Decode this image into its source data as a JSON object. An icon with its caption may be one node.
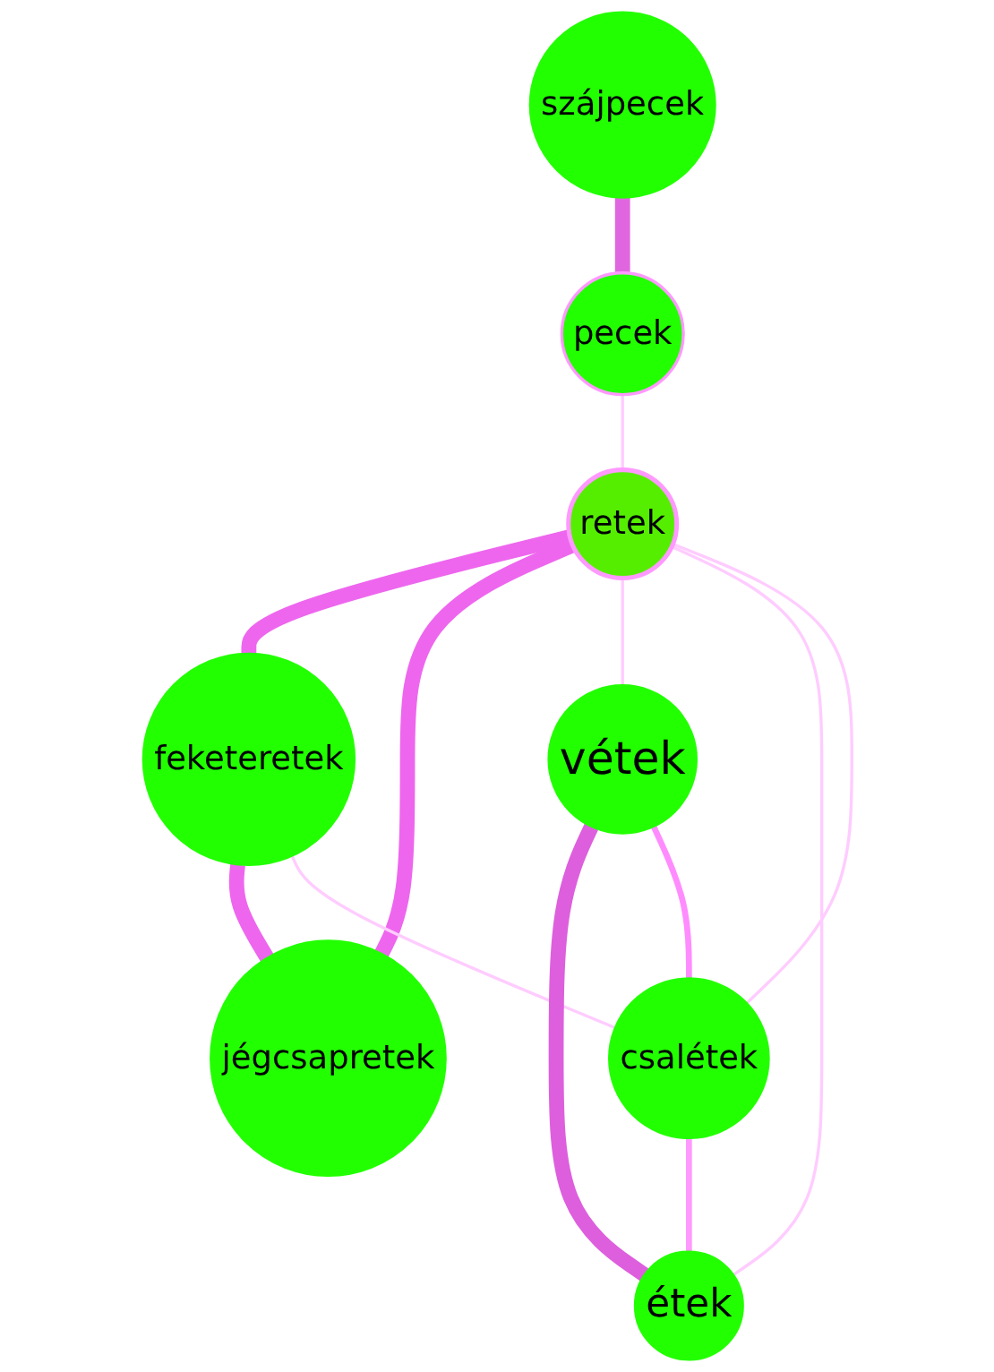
{
  "diagram": {
    "nodes": [
      {
        "text": [
          "szájpecek"
        ]
      },
      {
        "text": [
          "pecek"
        ]
      },
      {
        "text": [
          "retek"
        ]
      },
      {
        "text": [
          "feketeretek"
        ]
      },
      {
        "text": [
          "jégcsapretek"
        ]
      },
      {
        "text": [
          "vétek"
        ]
      },
      {
        "text": [
          "csalétek"
        ]
      },
      {
        "text": [
          "étek"
        ]
      }
    ],
    "edges": [
      {
        "from": 0,
        "to": 1,
        "arrow": "none",
        "style": "thick",
        "color": "#e066e0"
      },
      {
        "from": 1,
        "to": 2,
        "arrow": "none"
      },
      {
        "from": 2,
        "to": 3,
        "arrow": "none",
        "style": "thick",
        "color": "#ee66ee"
      },
      {
        "from": 2,
        "to": 4,
        "arrow": "none",
        "style": "thick",
        "color": "#ee66ee"
      },
      {
        "from": 3,
        "to": 4,
        "arrow": "none",
        "style": "thick",
        "color": "#ee66ee"
      },
      {
        "from": 2,
        "to": 5,
        "arrow": "none"
      },
      {
        "from": 2,
        "to": 7,
        "arrow": "none"
      },
      {
        "from": 2,
        "to": 6,
        "arrow": "none"
      },
      {
        "from": 3,
        "to": 6,
        "arrow": "none"
      },
      {
        "from": 5,
        "to": 7,
        "arrow": "none",
        "style": "thick",
        "color": "#dd5fdd"
      },
      {
        "from": 5,
        "to": 6,
        "arrow": "none",
        "color": "#ff8cff"
      },
      {
        "from": 6,
        "to": 7,
        "arrow": "none",
        "color": "#ff99ff"
      }
    ]
  }
}
